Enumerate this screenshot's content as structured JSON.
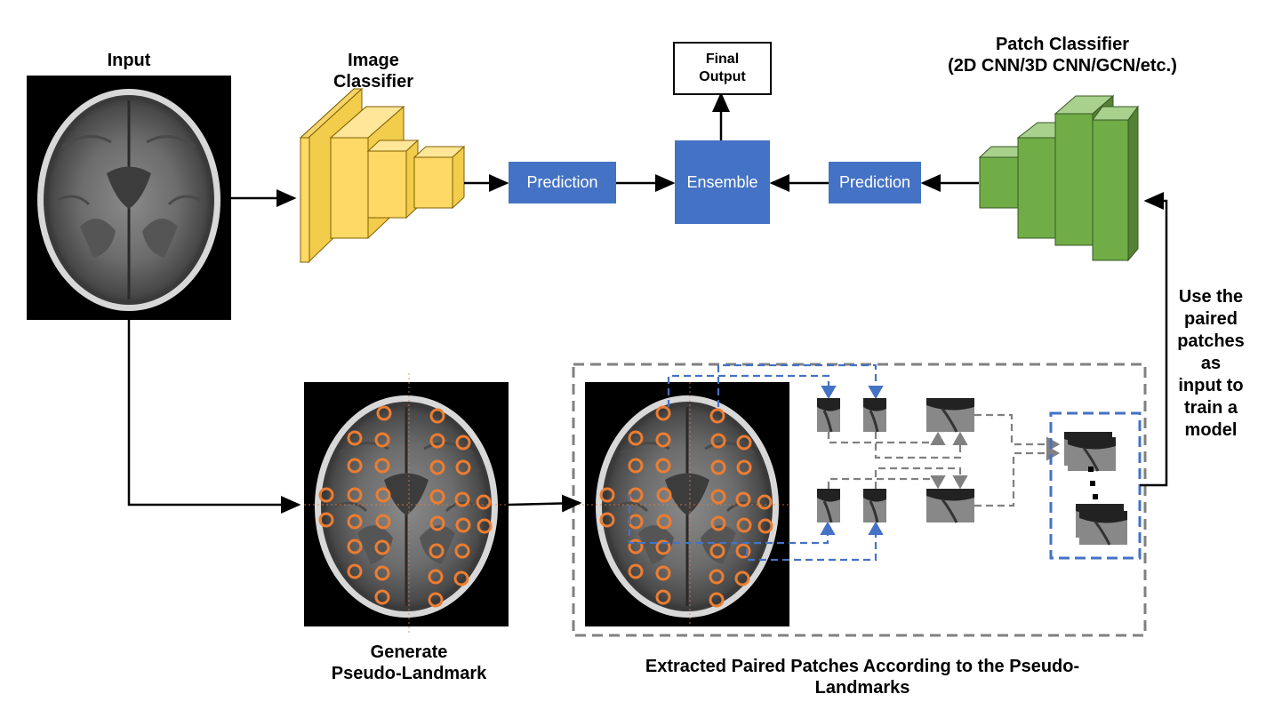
{
  "labels": {
    "input": "Input",
    "image_classifier": "Image\nClassifier",
    "patch_classifier": "Patch Classifier\n(2D CNN/3D CNN/GCN/etc.)",
    "use_paired": "Use the\npaired\npatches\nas\ninput to\ntrain a\nmodel",
    "generate": "Generate\nPseudo-Landmark",
    "extracted": "Extracted Paired Patches According to the Pseudo-\nLandmarks"
  },
  "boxes": {
    "prediction_left": "Prediction",
    "ensemble": "Ensemble",
    "prediction_right": "Prediction",
    "final_output": "Final\nOutput"
  },
  "colors": {
    "box_blue": "#4472C4",
    "image_classifier_yellow": "#FFD966",
    "patch_classifier_green": "#70AD47",
    "landmark_orange": "#ED7D31",
    "dashed_gray": "#808080",
    "dashed_blue": "#4472C4"
  },
  "icons": {
    "mri": "brain-mri-image",
    "cnn": "cnn-block-stack-icon"
  }
}
